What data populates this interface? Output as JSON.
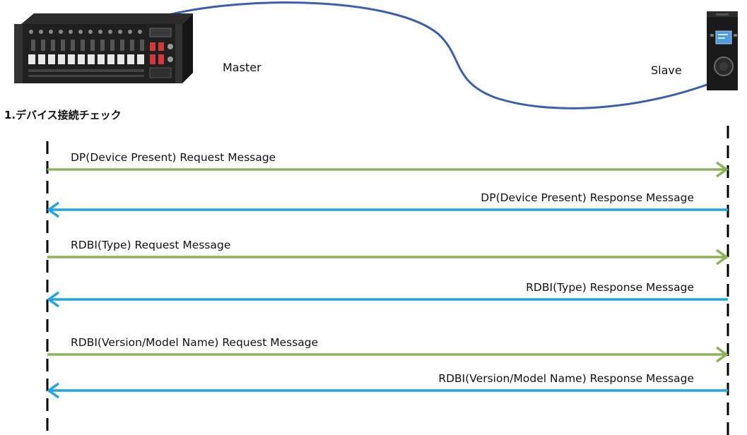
{
  "master": {
    "label": "Master"
  },
  "slave": {
    "label": "Slave"
  },
  "section_title": "1.デバイス接続チェック",
  "colors": {
    "request": "#8db35a",
    "response": "#1fa6e0",
    "cable": "#3a5fb0",
    "lifeline": "#000000"
  },
  "messages": [
    {
      "label": "DP(Device Present) Request Message",
      "direction": "master-to-slave"
    },
    {
      "label": "DP(Device Present) Response Message",
      "direction": "slave-to-master"
    },
    {
      "label": "RDBI(Type) Request Message",
      "direction": "master-to-slave"
    },
    {
      "label": "RDBI(Type) Response Message",
      "direction": "slave-to-master"
    },
    {
      "label": "RDBI(Version/Model Name) Request Message",
      "direction": "master-to-slave"
    },
    {
      "label": "RDBI(Version/Model Name) Response Message",
      "direction": "slave-to-master"
    }
  ]
}
